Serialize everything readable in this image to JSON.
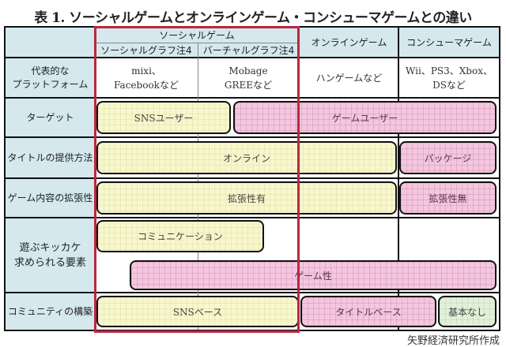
{
  "title": "表 1. ソーシャルゲームとオンラインゲーム・コンシューマゲームとの違い",
  "header": {
    "social_game": "ソーシャルゲーム",
    "social_graph": "ソーシャルグラフ注4",
    "virtual_graph": "バーチャルグラフ注4",
    "online_game": "オンラインゲーム",
    "consumer_game": "コンシューマゲーム"
  },
  "rows": {
    "platform": {
      "label_line1": "代表的な",
      "label_line2": "プラットフォーム",
      "social_graph_line1": "mixi、",
      "social_graph_line2": "Facebookなど",
      "virtual_graph_line1": "Mobage",
      "virtual_graph_line2": "GREEなど",
      "online": "ハンゲームなど",
      "consumer_line1": "Wii、PS3、Xbox、",
      "consumer_line2": "DSなど"
    },
    "target": {
      "label": "ターゲット",
      "bar_sns": "SNSユーザー",
      "bar_game": "ゲームユーザー"
    },
    "delivery": {
      "label": "タイトルの提供方法",
      "bar_online": "オンライン",
      "bar_package": "パッケージ"
    },
    "expandability": {
      "label": "ゲーム内容の拡張性",
      "bar_yes": "拡張性有",
      "bar_no": "拡張性無"
    },
    "motive": {
      "label_line1": "遊ぶキッカケ",
      "label_line2": "求められる要素",
      "bar_communication": "コミュニケーション",
      "bar_gameplay": "ゲーム性"
    },
    "community": {
      "label": "コミュニティの構築",
      "bar_sns": "SNSベース",
      "bar_title": "タイトルベース",
      "bar_none": "基本なし"
    }
  },
  "colors": {
    "header_bg": "#d4e8ee",
    "yellow_bar": "#f8f7cc",
    "pink_bar": "#f5c6df",
    "green_bar": "#e2f0d9",
    "social_frame": "#b8283f"
  },
  "source": "矢野経済研究所作成"
}
